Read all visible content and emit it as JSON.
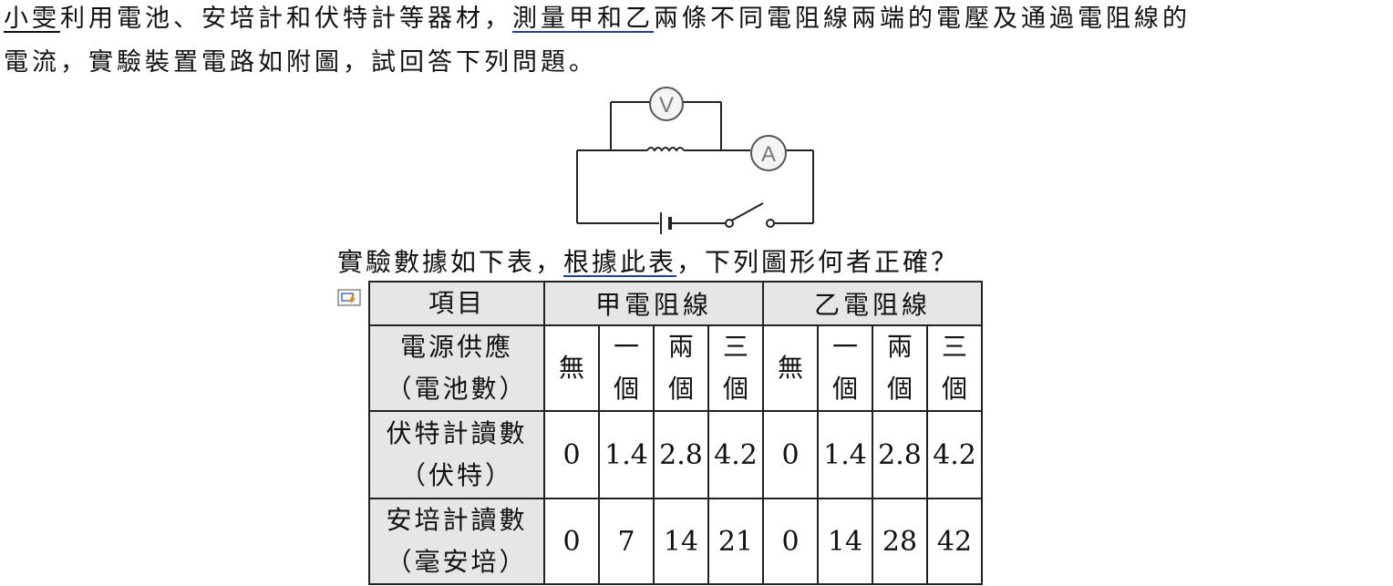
{
  "question": {
    "line1_name": "小雯",
    "line1_a": "利用電池、安培計和伏特計等器材，",
    "line1_b": "測量甲和乙",
    "line1_c": "兩條不同電阻線兩端的電壓及通過電阻線的",
    "line2": "電流，實驗裝置電路如附圖，試回答下列問題。"
  },
  "circuit": {
    "voltmeter_label": "V",
    "ammeter_label": "A"
  },
  "caption": {
    "part1": "實驗數據如下表，",
    "part2": "根據此表",
    "part3": "，下列圖形何者正確？"
  },
  "table": {
    "header_item": "項目",
    "header_jia": "甲電阻線",
    "header_yi": "乙電阻線",
    "power_label_1": "電源供應",
    "power_label_2": "（電池數）",
    "batteries_jia": [
      {
        "a": "無",
        "b": ""
      },
      {
        "a": "一",
        "b": "個"
      },
      {
        "a": "兩",
        "b": "個"
      },
      {
        "a": "三",
        "b": "個"
      }
    ],
    "batteries_yi": [
      {
        "a": "無",
        "b": ""
      },
      {
        "a": "一",
        "b": "個"
      },
      {
        "a": "兩",
        "b": "個"
      },
      {
        "a": "三",
        "b": "個"
      }
    ],
    "volt_label_1": "伏特計讀數",
    "volt_label_2": "（伏特）",
    "volt_jia": [
      "0",
      "1.4",
      "2.8",
      "4.2"
    ],
    "volt_yi": [
      "0",
      "1.4",
      "2.8",
      "4.2"
    ],
    "amp_label_1": "安培計讀數",
    "amp_label_2": "（毫安培）",
    "amp_jia": [
      "0",
      "7",
      "14",
      "21"
    ],
    "amp_yi": [
      "0",
      "14",
      "28",
      "42"
    ]
  }
}
